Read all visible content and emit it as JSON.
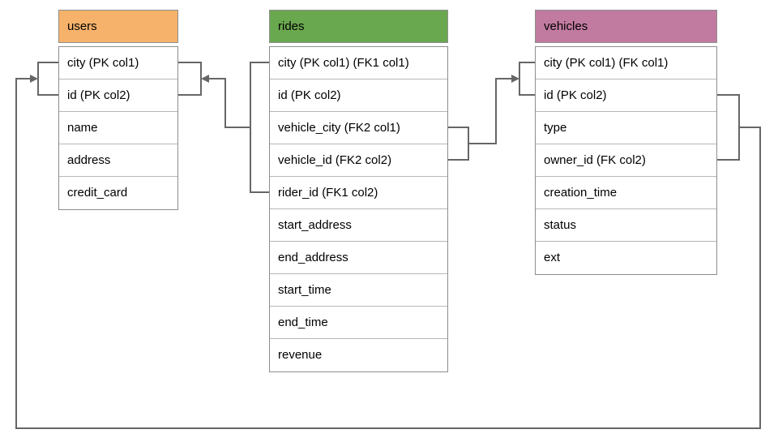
{
  "diagram": {
    "background_color": "#ffffff",
    "line_color": "#666666",
    "tables": [
      {
        "id": "users",
        "name": "users",
        "header_color": "#f6b26b",
        "columns": [
          "city (PK col1)",
          "id (PK col2)",
          "name",
          "address",
          "credit_card"
        ]
      },
      {
        "id": "rides",
        "name": "rides",
        "header_color": "#6aa84f",
        "columns": [
          "city (PK col1) (FK1 col1)",
          "id (PK col2)",
          "vehicle_city (FK2 col1)",
          "vehicle_id (FK2 col2)",
          "rider_id (FK1 col2)",
          "start_address",
          "end_address",
          "start_time",
          "end_time",
          "revenue"
        ]
      },
      {
        "id": "vehicles",
        "name": "vehicles",
        "header_color": "#c27ba0",
        "columns": [
          "city (PK col1) (FK col1)",
          "id (PK col2)",
          "type",
          "owner_id (FK col2)",
          "creation_time",
          "status",
          "ext"
        ]
      }
    ],
    "relationships": [
      {
        "from": "rides (city, rider_id)",
        "to": "users (city, id)"
      },
      {
        "from": "rides (vehicle_city, vehicle_id)",
        "to": "vehicles (city, id)"
      },
      {
        "from": "vehicles (city, owner_id)",
        "to": "users (city, id)"
      }
    ]
  }
}
